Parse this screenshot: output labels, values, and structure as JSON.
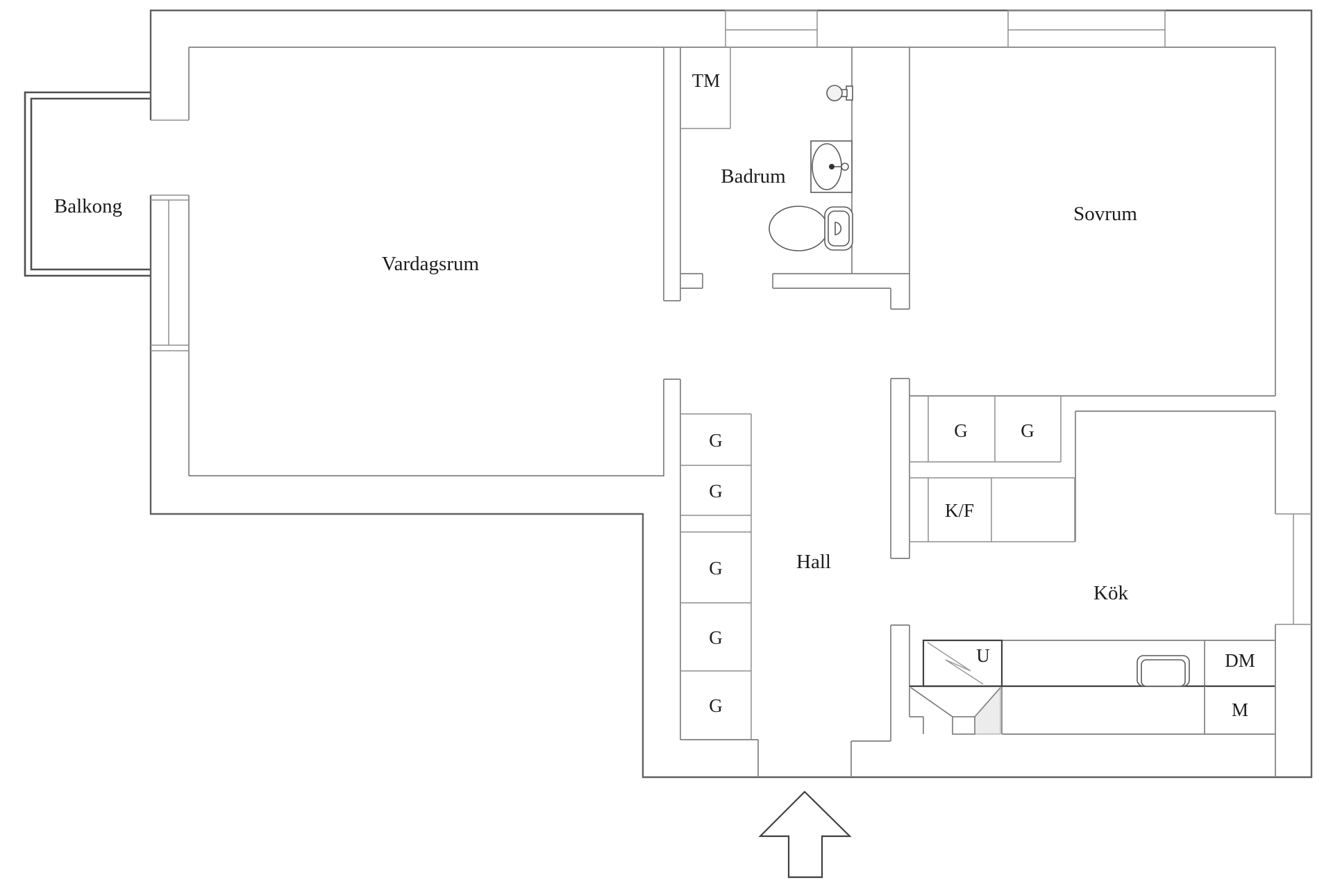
{
  "floorplan": {
    "rooms": {
      "balcony": {
        "label": "Balkong"
      },
      "living_room": {
        "label": "Vardagsrum"
      },
      "bathroom": {
        "label": "Badrum"
      },
      "bedroom": {
        "label": "Sovrum"
      },
      "hall": {
        "label": "Hall"
      },
      "kitchen": {
        "label": "Kök"
      }
    },
    "appliances": {
      "washing_machine": {
        "label": "TM"
      },
      "fridge_freezer": {
        "label": "K/F"
      },
      "oven": {
        "label": "U"
      },
      "dishwasher": {
        "label": "DM"
      },
      "microwave": {
        "label": "M"
      }
    },
    "wardrobes": {
      "hall": [
        {
          "label": "G"
        },
        {
          "label": "G"
        },
        {
          "label": "G"
        },
        {
          "label": "G"
        },
        {
          "label": "G"
        }
      ],
      "kitchen": [
        {
          "label": "G"
        },
        {
          "label": "G"
        }
      ]
    },
    "icons": {
      "entrance_arrow": "arrow-up",
      "toilet": "toilet-top-view",
      "bathroom_sink": "oval-sink",
      "shower": "shower-head",
      "kitchen_sink": "square-sink",
      "oven_symbol": "zigzag"
    },
    "colors": {
      "background": "#ffffff",
      "wall": "#7f7f7f",
      "wall_outer": "#606060",
      "wall_dark": "#3f3f3f",
      "balcony_rail": "#4f4f4f",
      "shading": "#ececec",
      "text": "#1c1c1c"
    }
  }
}
